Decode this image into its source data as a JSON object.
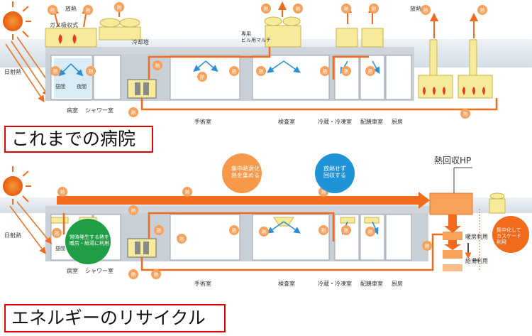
{
  "section1": {
    "title": "これまでの病院",
    "labels": {
      "gas_absorption": "ガス吸収式",
      "heat_release_1": "放熱",
      "heat_release_2": "放熱",
      "cooling_tower": "冷却塔",
      "dedicated_chiller": "専用\nビル用マルチ",
      "solar": "日射熱",
      "daytime": "昼間",
      "nighttime": "夜間"
    },
    "rooms": [
      "病室",
      "シャワー室",
      "手術室",
      "検査室",
      "冷蔵・冷凍室",
      "配膳車室",
      "厨房"
    ],
    "heat_badge": "熱"
  },
  "section2": {
    "title": "エネルギーのリサイクル",
    "labels": {
      "heat_recovery_hp": "熱回収HP",
      "collect_heat": "集中熱源化\n熱を集める",
      "collect_no_release": "放熱せず\n回収する",
      "cascade": "集中化して\nカスケード\n利用",
      "constant_heat": "常時発生する熱を\n暖房・給湯に利用",
      "heating_use": "暖房利用",
      "hot_water_use": "給湯利用",
      "solar": "日射熱",
      "daytime": "昼間"
    },
    "rooms": [
      "病室",
      "シャワー室",
      "手術室",
      "検査室",
      "冷蔵・冷凍室",
      "配膳車室",
      "厨房"
    ],
    "heat_badge": "熱"
  },
  "colors": {
    "orange": "#f26a1b",
    "badge": "#f7a15a",
    "building_gray": "#d7dbe0",
    "sky": "#dbe6ef",
    "unit_yellow": "#f5eb9a",
    "bubble_blue": "#1f93d8",
    "bubble_green": "#1f9e45",
    "title_border": "#e00000"
  }
}
